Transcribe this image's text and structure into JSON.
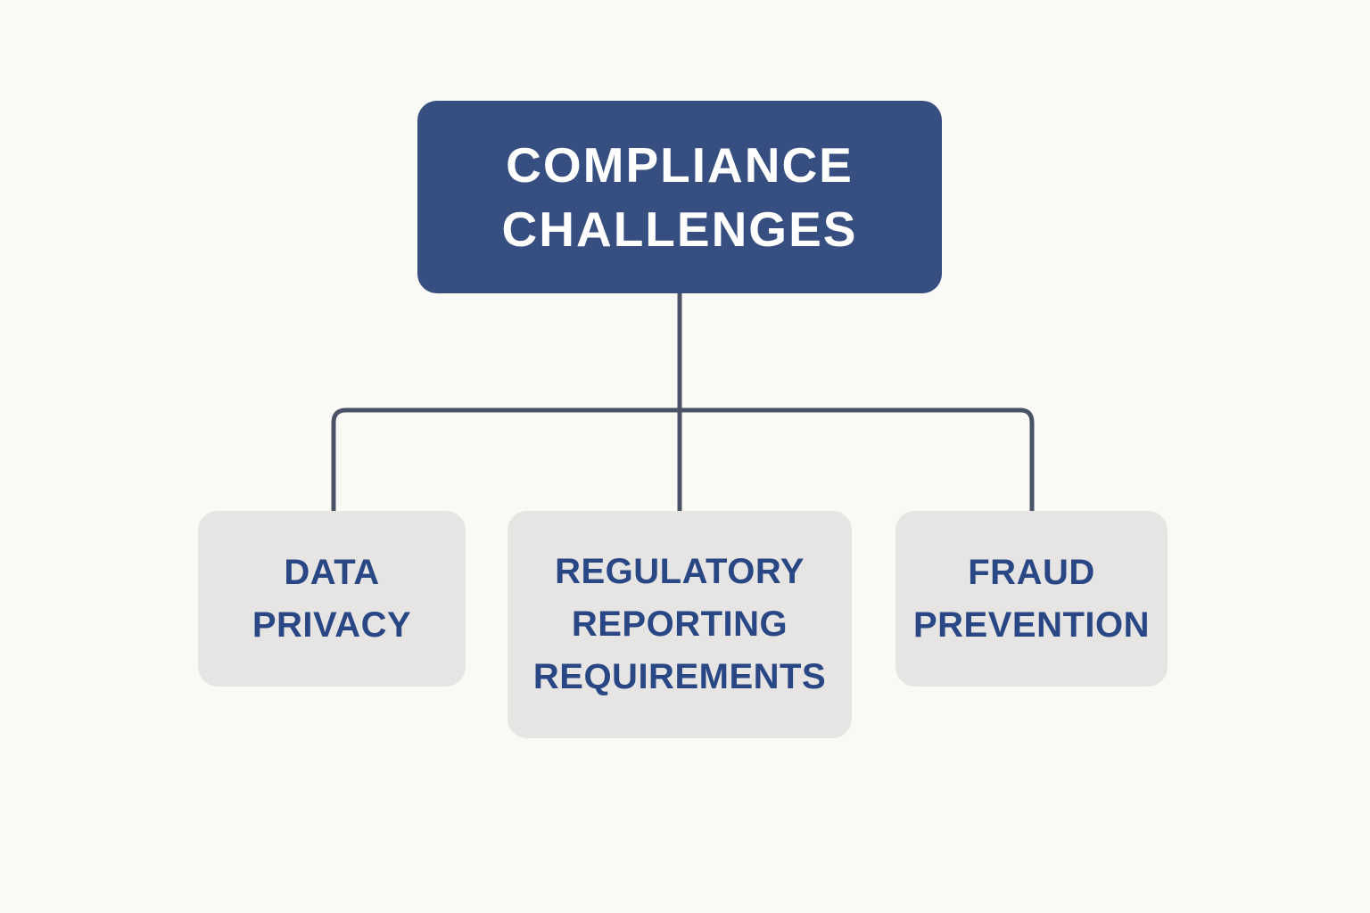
{
  "diagram": {
    "root": {
      "label": "COMPLIANCE\nCHALLENGES"
    },
    "children": [
      {
        "label": "DATA\nPRIVACY"
      },
      {
        "label": "REGULATORY\nREPORTING\nREQUIREMENTS"
      },
      {
        "label": "FRAUD\nPREVENTION"
      }
    ]
  },
  "colors": {
    "background": "#faf9f6",
    "root_fill": "#374f80",
    "root_text": "#ffffff",
    "child_fill": "#e6e5e3",
    "child_text": "#2a4785",
    "connector": "#4a5266"
  }
}
